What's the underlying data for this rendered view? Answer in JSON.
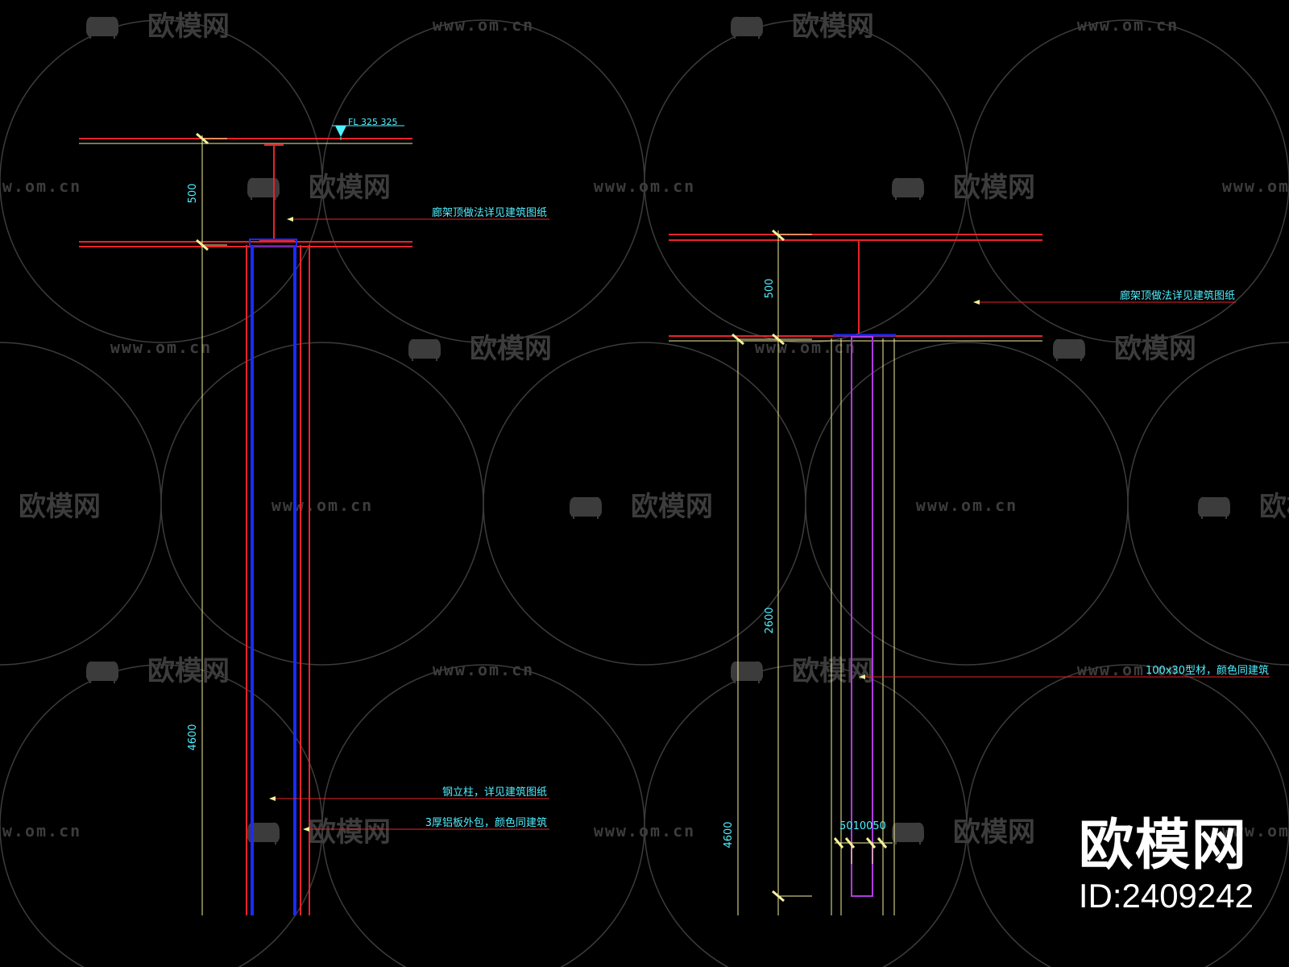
{
  "colors": {
    "background": "#000000",
    "slab": "#e8232a",
    "column": "#1a2bff",
    "dimension": "#f4f19a",
    "text": "#4ff0ff",
    "leader": "#e8232a",
    "purple": "#b13be0",
    "watermark": "#3c3c3c"
  },
  "watermark": {
    "brand": "欧模网",
    "url": "www.om.cn",
    "icon": "sofa-icon"
  },
  "brand_overlay": {
    "name": "欧模网",
    "id": "ID:2409242"
  },
  "left_detail": {
    "level_mark": "FL 325 325",
    "dims": [
      "500",
      "4600"
    ],
    "notes": {
      "roof": "廊架顶做法详见建筑图纸",
      "column": "钢立柱，详见建筑图纸",
      "cladding": "3厚铝板外包，颜色同建筑"
    }
  },
  "right_detail": {
    "dims": [
      "500",
      "2600",
      "4600"
    ],
    "section_dims": "5010050",
    "notes": {
      "roof": "廊架顶做法详见建筑图纸",
      "profile": "100x30型材，颜色同建筑"
    }
  }
}
